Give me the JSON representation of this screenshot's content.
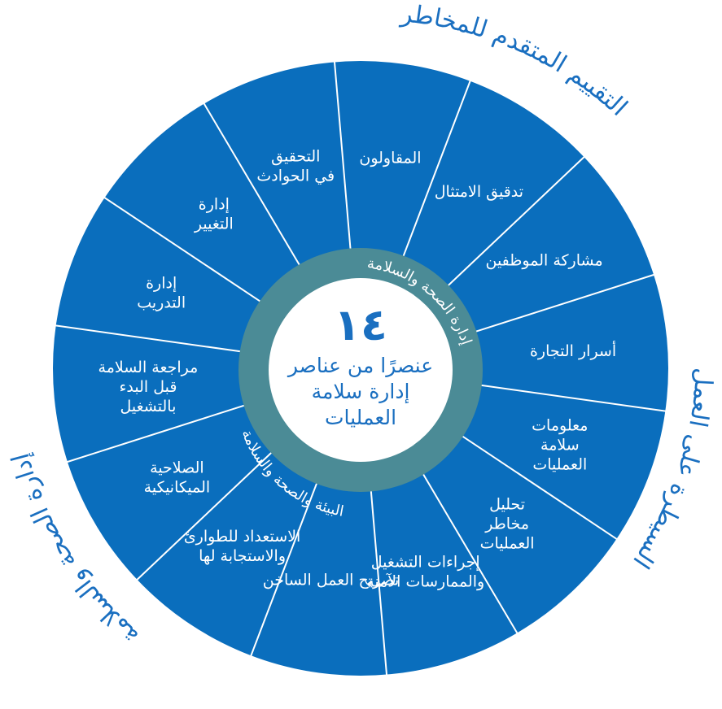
{
  "colors": {
    "wheel_blue": "#0a6ebd",
    "divider": "#ffffff",
    "ring_teal": "#4b8b96",
    "label_blue": "#1a6fc0",
    "center_bg": "#ffffff"
  },
  "center": {
    "number": "١٤",
    "line1": "عنصرًا من عناصر",
    "line2": "إدارة سلامة",
    "line3": "العمليات"
  },
  "ring_labels": {
    "top": "إدارة الصحة والسلامة",
    "bottom": "البيئة والصحة والسلامة"
  },
  "outer_labels": {
    "advanced_risk": "التقييم المتقدم للمخاطر",
    "operational_control": "السيطرة على العمل",
    "health_safety": "إدارة الصحة والسلامة"
  },
  "segments": [
    {
      "lines": [
        "تحليل",
        "مخاطر",
        "العمليات"
      ]
    },
    {
      "lines": [
        "إجراءات التشغيل",
        "والممارسات الآمنة"
      ]
    },
    {
      "lines": [
        "تصريح العمل الساخن"
      ]
    },
    {
      "lines": [
        "الاستعداد للطوارئ",
        "والاستجابة لها"
      ]
    },
    {
      "lines": [
        "الصلاحية",
        "الميكانيكية"
      ]
    },
    {
      "lines": [
        "مراجعة السلامة",
        "قبل البدء",
        "بالتشغيل"
      ]
    },
    {
      "lines": [
        "إدارة",
        "التدريب"
      ]
    },
    {
      "lines": [
        "إدارة",
        "التغيير"
      ]
    },
    {
      "lines": [
        "التحقيق",
        "في الحوادث"
      ]
    },
    {
      "lines": [
        "المقاولون"
      ]
    },
    {
      "lines": [
        "تدقيق الامتثال"
      ]
    },
    {
      "lines": [
        "مشاركة الموظفين"
      ]
    },
    {
      "lines": [
        "أسرار التجارة"
      ]
    },
    {
      "lines": [
        "معلومات",
        "سلامة",
        "العمليات"
      ]
    }
  ]
}
